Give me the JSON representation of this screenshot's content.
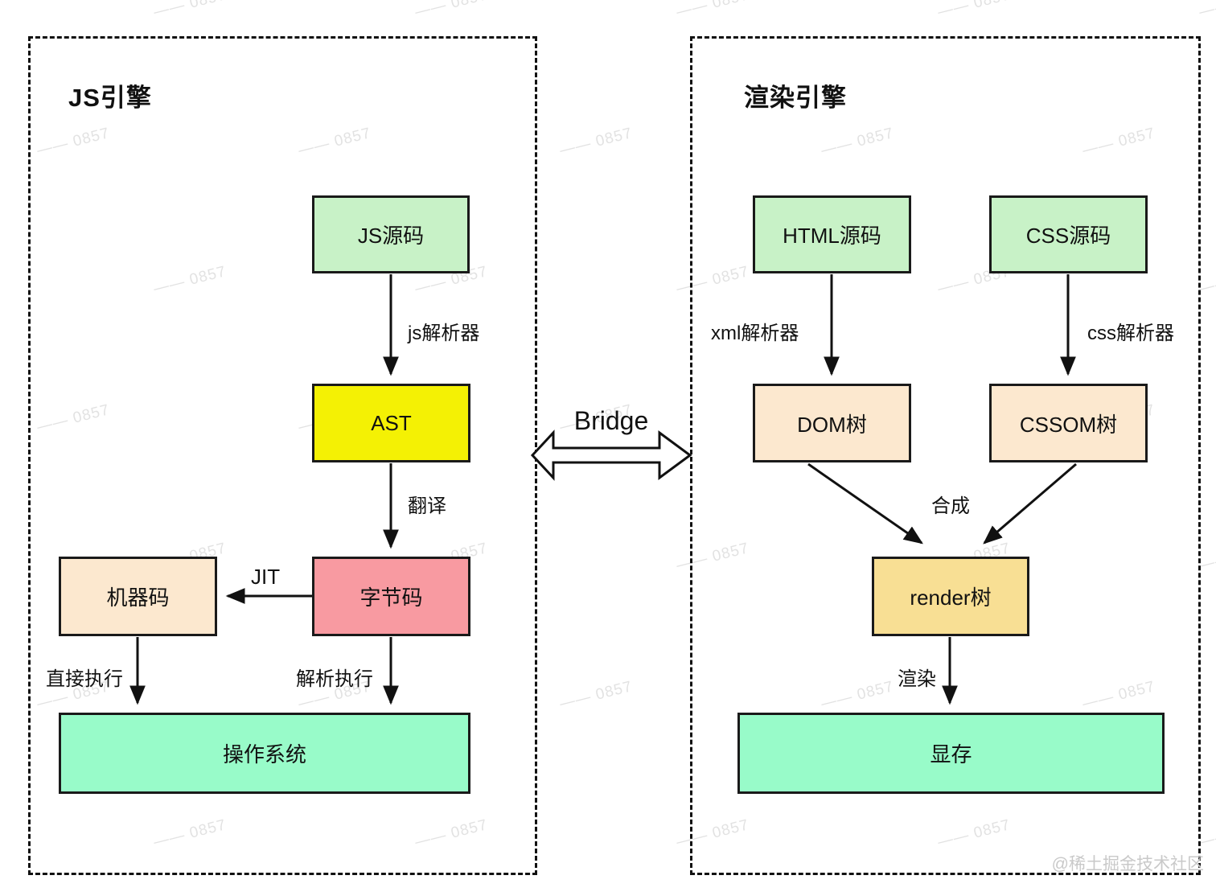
{
  "left_panel": {
    "title": "JS引擎",
    "boxes": {
      "js_source": "JS源码",
      "ast": "AST",
      "bytecode": "字节码",
      "machine_code": "机器码",
      "os": "操作系统"
    },
    "edge_labels": {
      "js_parser": "js解析器",
      "translate": "翻译",
      "jit": "JIT",
      "direct_exec": "直接执行",
      "interpret_exec": "解析执行"
    }
  },
  "right_panel": {
    "title": "渲染引擎",
    "boxes": {
      "html_source": "HTML源码",
      "css_source": "CSS源码",
      "dom_tree": "DOM树",
      "cssom_tree": "CSSOM树",
      "render_tree": "render树",
      "vram": "显存"
    },
    "edge_labels": {
      "xml_parser": "xml解析器",
      "css_parser": "css解析器",
      "compose": "合成",
      "render": "渲染"
    }
  },
  "bridge": {
    "label": "Bridge"
  },
  "watermark": {
    "tile_text": "0857",
    "credit": "@稀土掘金技术社区"
  },
  "colors": {
    "source_green": "#c8f2c7",
    "ast_yellow": "#f4f104",
    "bytecode_pink": "#f89aa1",
    "tree_peach": "#fce8cf",
    "render_amber": "#f8df94",
    "system_mint": "#98fbc9",
    "line_black": "#111111",
    "watermark_gray": "#d9d9d9"
  }
}
